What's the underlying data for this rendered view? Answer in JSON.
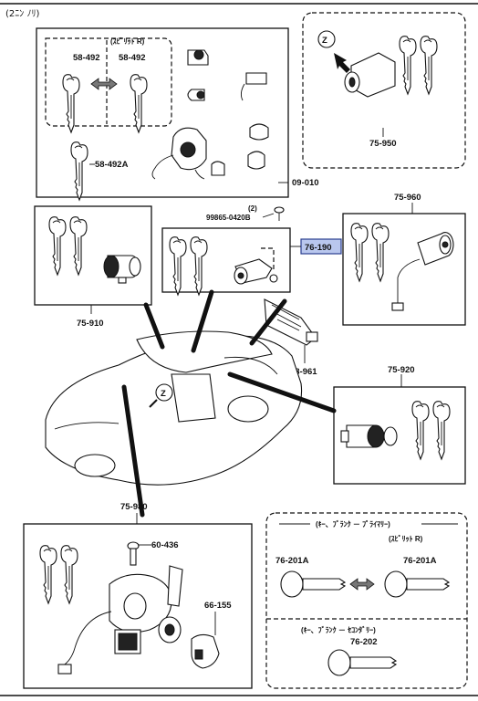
{
  "header": {
    "note": "(2ﾆﾝ ﾉﾘ)"
  },
  "part_labels": {
    "p58_492_a": "58-492",
    "p58_492_b": "58-492",
    "p58_492a": "58-492A",
    "split_r_top": "(ｽﾋﾟﾘｯﾄ R)",
    "p09_010": "09-010",
    "p75_950": "75-950",
    "p75_960": "75-960",
    "p99865_qty": "(2)",
    "p99865": "99865-0420B",
    "p76_190": "76-190",
    "p75_910": "75-910",
    "p58_961": "58-961",
    "p75_920": "75-920",
    "p75_980": "75-980",
    "p60_436": "60-436",
    "p66_155": "66-155",
    "key_blank_primary": "(ｷｰ、ﾌﾞﾗﾝｸ － ﾌﾟﾗｲﾏﾘｰ)",
    "split_r_bottom": "(ｽﾋﾟﾘｯﾄ R)",
    "p76_201a_a": "76-201A",
    "p76_201a_b": "76-201A",
    "key_blank_secondary": "(ｷｰ、ﾌﾞﾗﾝｸ － ｾｺﾝﾀﾞﾘｰ)",
    "p76_202": "76-202"
  },
  "colors": {
    "highlight_fill": "#b9c7ee",
    "highlight_border": "#2b3f8f",
    "line": "#111111"
  },
  "icons": {
    "zone_marker": "Z"
  }
}
